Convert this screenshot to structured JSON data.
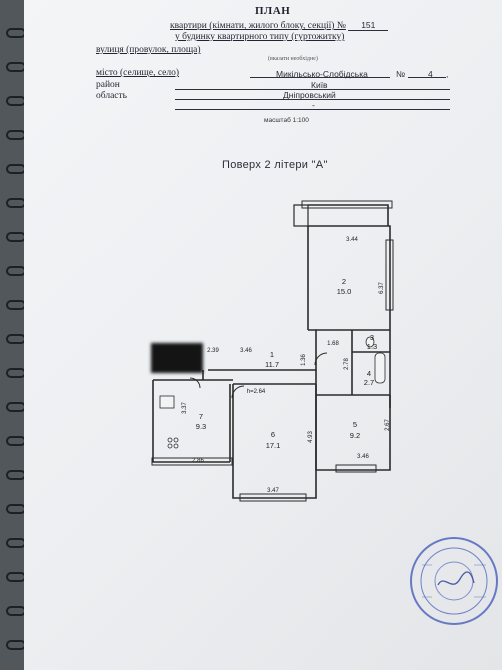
{
  "header": {
    "title": "ПЛАН",
    "apartment_line": "квартири (кімнати, жилого блоку, секції) №",
    "apartment_number": "151",
    "building_type": "у будинку квартирного типу (гуртожитку)",
    "hint": "(вказати необхідне)"
  },
  "address": {
    "street_label": "вулиця (провулок, площа)",
    "street_value": "Микільсько-Слобідська",
    "house_label": "№",
    "house_value": "4",
    "city_label": "місто (селище, село)",
    "city_value": "Київ",
    "district_label": "район",
    "district_value": "Дніпровський",
    "region_label": "область",
    "region_value": "-"
  },
  "scale": "масштаб 1:100",
  "floor_heading": "Поверх 2 літери \"А\"",
  "rooms": [
    {
      "num": "1",
      "area": "11.7"
    },
    {
      "num": "2",
      "area": "15.0"
    },
    {
      "num": "3",
      "area": "1.3"
    },
    {
      "num": "4",
      "area": "2.7"
    },
    {
      "num": "5",
      "area": "9.2"
    },
    {
      "num": "6",
      "area": "17.1"
    },
    {
      "num": "7",
      "area": "9.3"
    }
  ],
  "dimensions": {
    "d344": "3.44",
    "d637": "6.37",
    "d168": "1.68",
    "d278": "2.78",
    "d239": "2.39",
    "d346a": "3.46",
    "d136": "1.36",
    "height": "h=2.64",
    "d337": "3.37",
    "d493": "4.93",
    "d267": "2.67",
    "d286": "2.86",
    "d346b": "3.46",
    "d347": "3.47"
  }
}
